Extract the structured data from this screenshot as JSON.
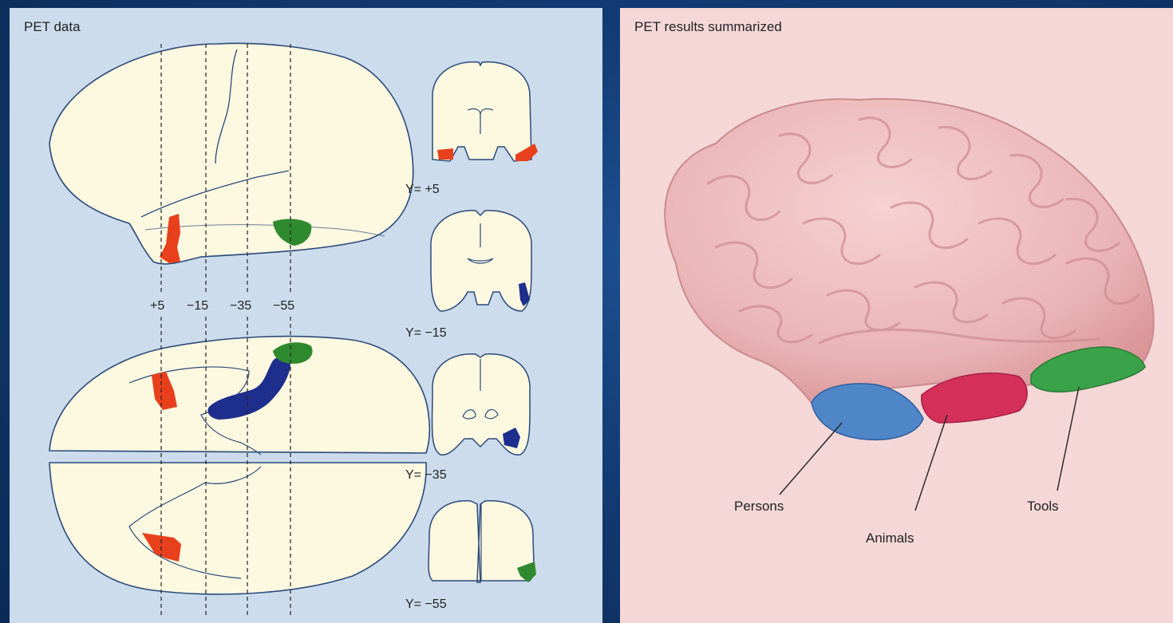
{
  "left_panel": {
    "title": "PET data",
    "slice_ticks": [
      "+5",
      "−15",
      "−35",
      "−55"
    ],
    "coronal_labels": [
      "Y= +5",
      "Y= −15",
      "Y= −35",
      "Y= −55"
    ]
  },
  "right_panel": {
    "title": "PET results summarized",
    "region_labels": {
      "persons": "Persons",
      "animals": "Animals",
      "tools": "Tools"
    }
  },
  "colors": {
    "persons": "#1e2e8c",
    "animals": "#e8401c",
    "tools": "#2f8a2f",
    "persons_region": "#4f86c8",
    "animals_region": "#d4305a",
    "tools_region": "#3aa34a",
    "brain_fill": "#fdf8e0",
    "brain_outline": "#2a4a7a"
  }
}
